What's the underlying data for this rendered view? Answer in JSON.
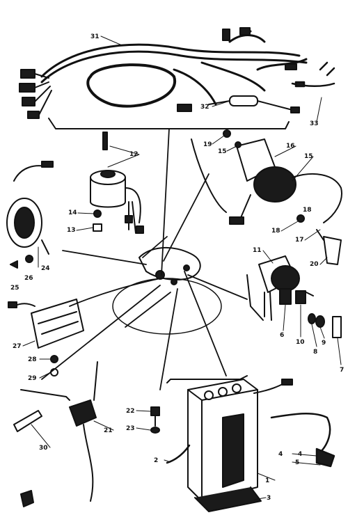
{
  "callouts": [
    {
      "id": "c1",
      "label": "1"
    },
    {
      "id": "c2",
      "label": "2"
    },
    {
      "id": "c3",
      "label": "3"
    },
    {
      "id": "c4",
      "label": "4"
    },
    {
      "id": "c5",
      "label": "5"
    },
    {
      "id": "c6",
      "label": "6"
    },
    {
      "id": "c7",
      "label": "7"
    },
    {
      "id": "c8",
      "label": "8"
    },
    {
      "id": "c9",
      "label": "9"
    },
    {
      "id": "c10",
      "label": "10"
    },
    {
      "id": "c11",
      "label": "11"
    },
    {
      "id": "c12",
      "label": "12"
    },
    {
      "id": "c13",
      "label": "13"
    },
    {
      "id": "c14",
      "label": "14"
    },
    {
      "id": "c15",
      "label": "15"
    },
    {
      "id": "c16",
      "label": "16"
    },
    {
      "id": "c17",
      "label": "17"
    },
    {
      "id": "c18",
      "label": "18"
    },
    {
      "id": "c19",
      "label": "19"
    },
    {
      "id": "c20",
      "label": "20"
    },
    {
      "id": "c21",
      "label": "21"
    },
    {
      "id": "c22",
      "label": "22"
    },
    {
      "id": "c23",
      "label": "23"
    },
    {
      "id": "c24",
      "label": "24"
    },
    {
      "id": "c25",
      "label": "25"
    },
    {
      "id": "c26",
      "label": "26"
    },
    {
      "id": "c27",
      "label": "27"
    },
    {
      "id": "c28",
      "label": "28"
    },
    {
      "id": "c29",
      "label": "29"
    },
    {
      "id": "c30",
      "label": "30"
    },
    {
      "id": "c31",
      "label": "31"
    },
    {
      "id": "c32",
      "label": "32"
    },
    {
      "id": "c33",
      "label": "33"
    },
    {
      "id": "c15b",
      "label": "15"
    },
    {
      "id": "c18b",
      "label": "18"
    },
    {
      "id": "c4b",
      "label": "4"
    }
  ]
}
